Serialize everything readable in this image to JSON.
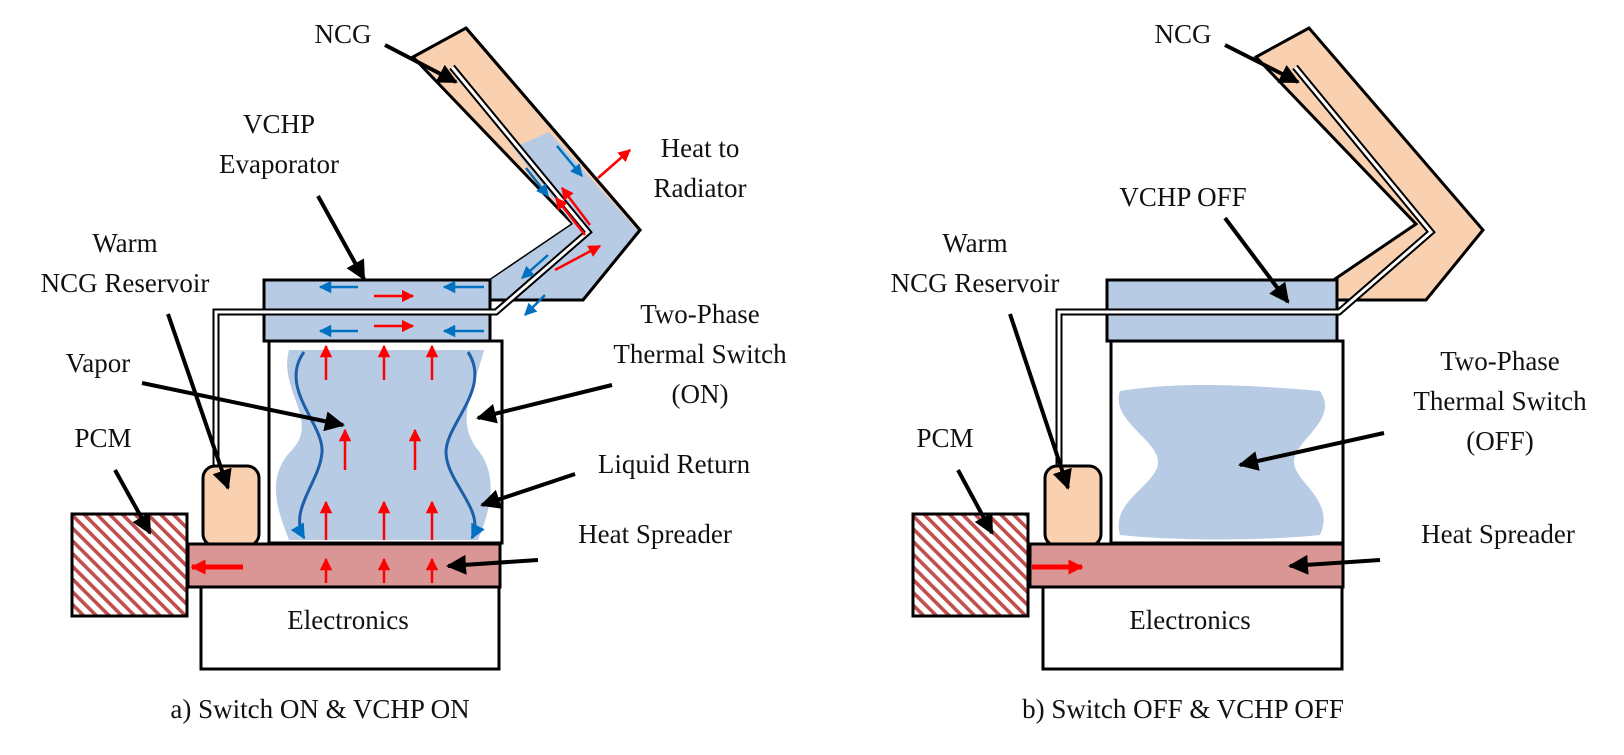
{
  "colors": {
    "pipe": "#f9d0b0",
    "blue_fill": "#b7cbe5",
    "spreader": "#d99694",
    "hatch": "#c0504d",
    "red_arrow": "#ff0000",
    "blue_arrow": "#0070c0",
    "dark_blue_line": "#1f5ea8"
  },
  "panel_a": {
    "caption": "a) Switch ON & VCHP ON",
    "labels": {
      "ncg": "NCG",
      "vchp_line1": "VCHP",
      "vchp_line2": "Evaporator",
      "heat_line1": "Heat to",
      "heat_line2": "Radiator",
      "warm_line1": "Warm",
      "warm_line2": "NCG Reservoir",
      "twophase_line1": "Two-Phase",
      "twophase_line2": "Thermal Switch",
      "twophase_line3": "(ON)",
      "vapor": "Vapor",
      "liquid_return": "Liquid Return",
      "pcm": "PCM",
      "heat_spreader": "Heat Spreader",
      "electronics": "Electronics"
    }
  },
  "panel_b": {
    "caption": "b) Switch OFF & VCHP OFF",
    "labels": {
      "ncg": "NCG",
      "vchp_off": "VCHP OFF",
      "warm_line1": "Warm",
      "warm_line2": "NCG Reservoir",
      "twophase_line1": "Two-Phase",
      "twophase_line2": "Thermal Switch",
      "twophase_line3": "(OFF)",
      "pcm": "PCM",
      "heat_spreader": "Heat Spreader",
      "electronics": "Electronics"
    }
  }
}
